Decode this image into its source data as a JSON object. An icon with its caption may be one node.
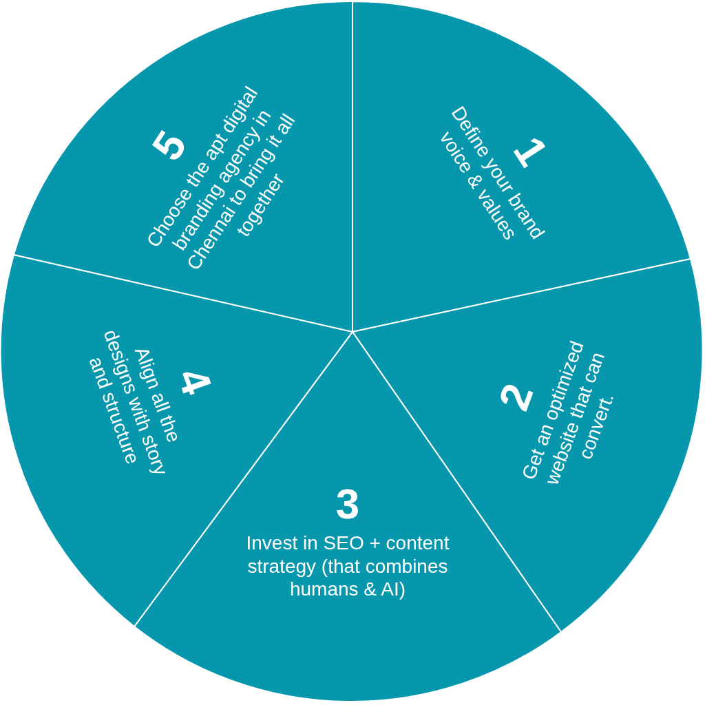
{
  "diagram": {
    "nodes": [
      {
        "text": [
          "1",
          "Define your brand voice & values"
        ]
      },
      {
        "text": [
          "2",
          "Get an optimized website that can convert."
        ]
      },
      {
        "text": [
          "3",
          "Invest in SEO + content strategy (that combines humans & AI)"
        ]
      },
      {
        "text": [
          "4",
          "Align all the designs with story and structure"
        ]
      },
      {
        "text": [
          "5",
          "Choose the apt digital branding agency in Chennai to bring it all together"
        ]
      }
    ]
  }
}
